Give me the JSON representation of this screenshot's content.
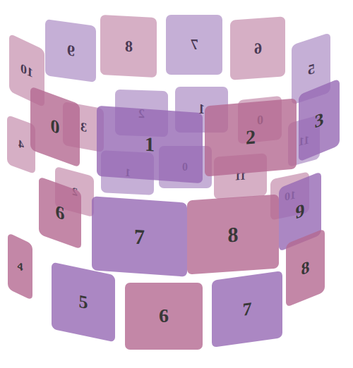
{
  "diagram": {
    "nodes": [
      {
        "text": [
          "10"
        ]
      },
      {
        "text": [
          "9"
        ]
      },
      {
        "text": [
          "8"
        ]
      },
      {
        "text": [
          "7"
        ]
      },
      {
        "text": [
          "6"
        ]
      },
      {
        "text": [
          "5"
        ]
      },
      {
        "text": [
          "4"
        ]
      },
      {
        "text": [
          "3"
        ]
      },
      {
        "text": [
          "2"
        ]
      },
      {
        "text": [
          "1"
        ]
      },
      {
        "text": [
          "0"
        ]
      },
      {
        "text": [
          "11"
        ]
      },
      {
        "text": [
          "0"
        ]
      },
      {
        "text": [
          "1"
        ]
      },
      {
        "text": [
          "2"
        ]
      },
      {
        "text": [
          "3"
        ]
      },
      {
        "text": [
          "2"
        ]
      },
      {
        "text": [
          "1"
        ]
      },
      {
        "text": [
          "0"
        ]
      },
      {
        "text": [
          "11"
        ]
      },
      {
        "text": [
          "10"
        ]
      },
      {
        "text": [
          "6"
        ]
      },
      {
        "text": [
          "7"
        ]
      },
      {
        "text": [
          "8"
        ]
      },
      {
        "text": [
          "9"
        ]
      },
      {
        "text": [
          "4"
        ]
      },
      {
        "text": [
          "5"
        ]
      },
      {
        "text": [
          "6"
        ]
      },
      {
        "text": [
          "7"
        ]
      },
      {
        "text": [
          "8"
        ]
      }
    ]
  }
}
